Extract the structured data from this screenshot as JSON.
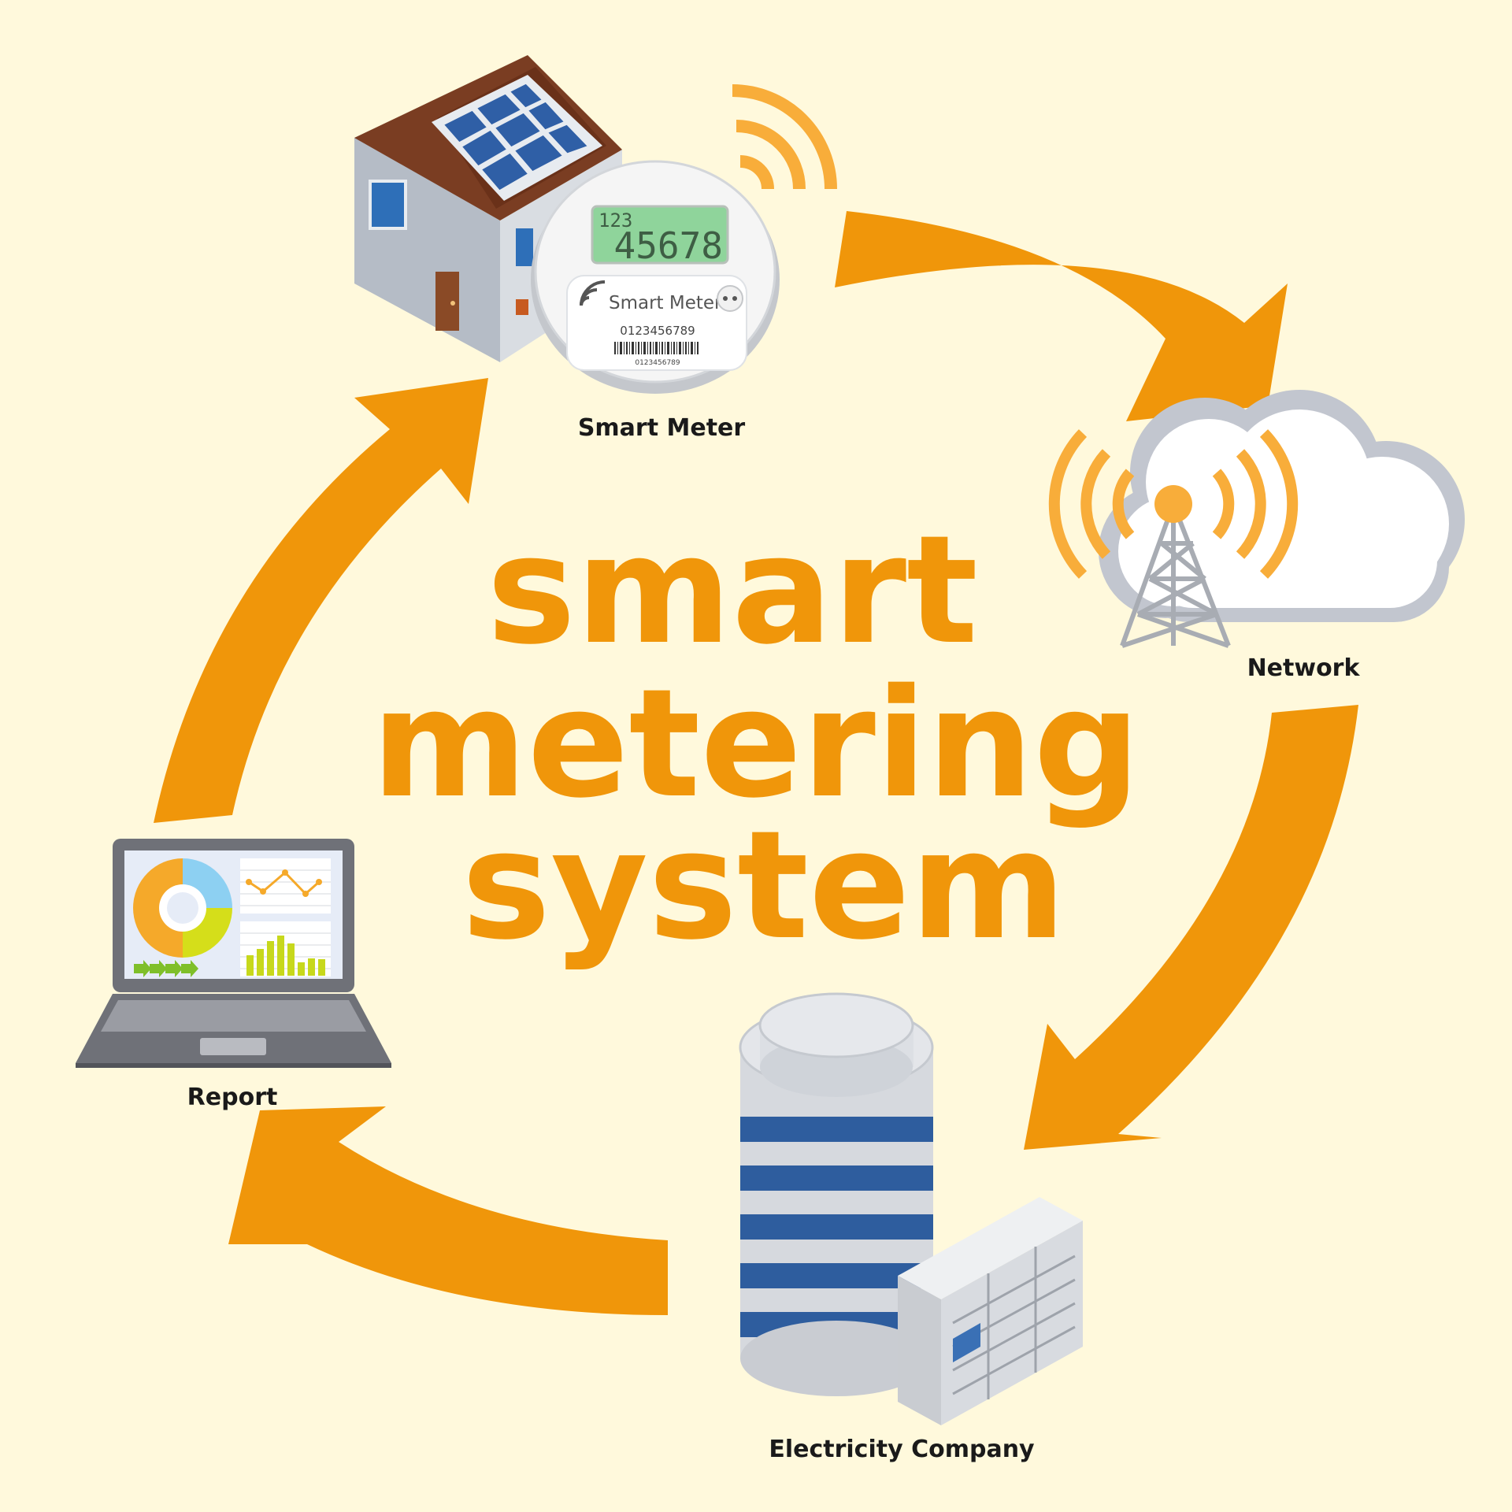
{
  "title": {
    "line1": "smart",
    "line2": "metering",
    "line3": "system"
  },
  "nodes": {
    "smart_meter": "Smart Meter",
    "network": "Network",
    "company": "Electricity Company",
    "report": "Report"
  },
  "meter": {
    "display_small": "123",
    "display_large": "45678",
    "brand": "Smart Meter",
    "serial": "0123456789",
    "barcode_text": "0123456789"
  },
  "colors": {
    "background": "#fff9dc",
    "accent": "#f0960a",
    "signal": "#f8ad3a",
    "solar_panel": "#2f5fa6",
    "server_stripe": "#2e5d9e"
  },
  "icons": [
    "house-icon",
    "solar-panel-icon",
    "smart-meter-icon",
    "wifi-signal-icon",
    "cloud-icon",
    "radio-tower-icon",
    "database-icon",
    "server-rack-icon",
    "laptop-icon"
  ]
}
